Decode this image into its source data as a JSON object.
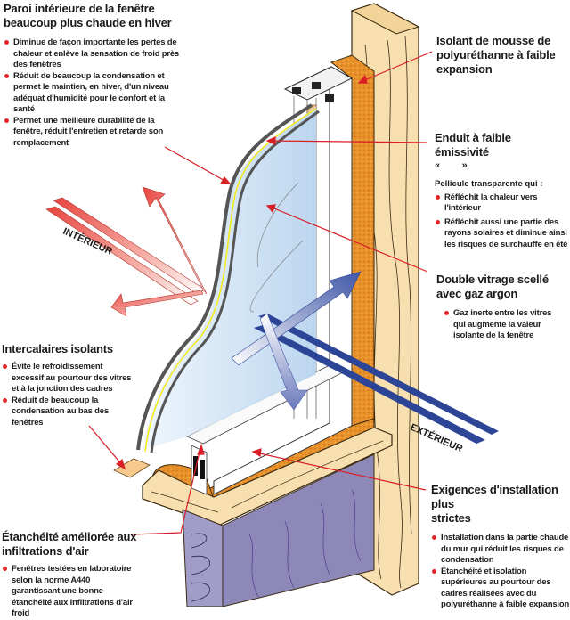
{
  "title": "Fenêtre écoénergétique — coupe",
  "colors": {
    "leader_line": "#d91f26",
    "bullet": "#e3262b",
    "warm_arrow": "#e8453f",
    "cold_arrow": "#2d4596",
    "wood": "#f7dfb0",
    "foam": "#e8902a",
    "insulation": "#8e88b8",
    "glass": "#dcebf8",
    "low_e": "#f5ea1e"
  },
  "labels": {
    "interior": "INTÉRIEUR",
    "exterior": "EXTÉRIEUR"
  },
  "callouts": {
    "inner_pane": {
      "title_line1": "Paroi intérieure de la fenêtre",
      "title_line2": "beaucoup plus chaude en hiver",
      "bullets": [
        "Diminue de façon importante les pertes de chaleur et enlève la sensation de froid près des fenêtres",
        "Réduit de beaucoup la condensation et permet le maintien, en hiver, d'un niveau adéquat d'humidité pour le confort et la santé",
        "Permet une meilleure durabilité de la fenêtre, réduit l'entretien et retarde son remplacement"
      ]
    },
    "spacers": {
      "title": "Intercalaires isolants",
      "bullets": [
        "Évite le refroidissement excessif au pourtour des vitres et à la jonction des cadres",
        "Réduit de beaucoup la condensation au bas des fenêtres"
      ]
    },
    "air_tightness": {
      "title_line1": "Étanchéité améliorée aux",
      "title_line2": "infiltrations d'air",
      "bullets": [
        "Fenêtres testées en laboratoire selon la norme A440 garantissant une bonne étanchéité aux infiltrations d'air froid"
      ]
    },
    "foam": {
      "title_line1": "Isolant de mousse de",
      "title_line2": "polyuréthanne à faible",
      "title_line3": "expansion"
    },
    "low_e": {
      "title": "Enduit à faible émissivité",
      "quotes": "«        »",
      "lead": "Pellicule transparente qui :",
      "bullets": [
        "Réfléchit la chaleur vers l'intérieur",
        "Réfléchit aussi une partie des rayons solaires et diminue ainsi les risques de surchauffe en été"
      ]
    },
    "argon": {
      "title_line1": "Double vitrage scellé",
      "title_line2": "avec gaz argon",
      "bullets": [
        "Gaz inerte entre les vitres qui augmente la valeur isolante de la fenêtre"
      ]
    },
    "installation": {
      "title_line1": "Exigences d'installation plus",
      "title_line2": "strictes",
      "bullets": [
        "Installation dans la partie chaude du mur qui réduit les risques de condensation",
        "Étanchéité et isolation supérieures au pourtour des cadres réalisées avec du polyuréthanne à faible expansion"
      ]
    }
  }
}
